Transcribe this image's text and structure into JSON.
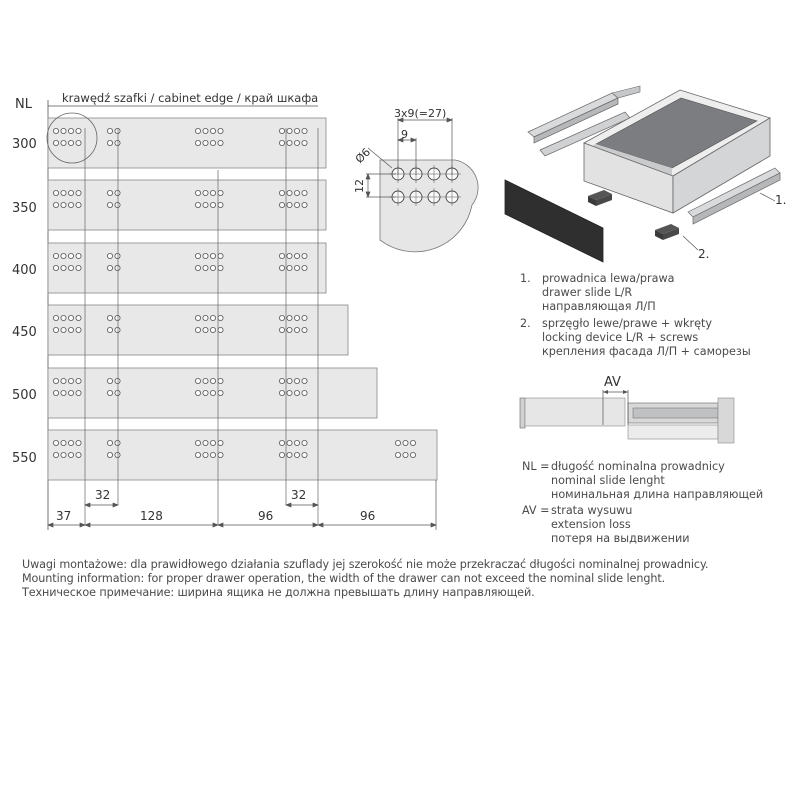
{
  "header": {
    "nl_label": "NL",
    "cabinet_edge_label": "krawędź szafki / cabinet edge / край шкафа"
  },
  "rows": [
    {
      "nl": "300"
    },
    {
      "nl": "350"
    },
    {
      "nl": "400"
    },
    {
      "nl": "450"
    },
    {
      "nl": "500"
    },
    {
      "nl": "550"
    }
  ],
  "dimensions": {
    "spacing_a": "32",
    "spacing_b": "32",
    "seg_1": "37",
    "seg_2": "128",
    "seg_3": "96",
    "seg_4": "96"
  },
  "detail": {
    "top_dim": "3x9(=27)",
    "pitch": "9",
    "hole_dia": "Ø6",
    "row_gap": "12"
  },
  "callouts": {
    "c1": "1.",
    "c2": "2."
  },
  "parts_legend": [
    {
      "num": "1.",
      "lines": [
        "prowadnica lewa/prawa",
        "drawer slide L/R",
        "направляющая Л/П"
      ]
    },
    {
      "num": "2.",
      "lines": [
        "sprzęgło lewe/prawe + wkręty",
        "locking device L/R + screws",
        "крепления фасада Л/П + саморезы"
      ]
    }
  ],
  "av_label": "AV",
  "abbreviations": [
    {
      "key": "NL =",
      "lines": [
        "długość nominalna prowadnicy",
        "nominal slide lenght",
        "номинальная длина направляющей"
      ]
    },
    {
      "key": "AV =",
      "lines": [
        "strata wysuwu",
        "extension loss",
        "потеря на выдвижении"
      ]
    }
  ],
  "notes": [
    "Uwagi montażowe: dla prawidłowego działania szuflady jej szerokość nie może przekraczać długości nominalnej prowadnicy.",
    "Mounting information: for proper drawer operation, the width of the drawer can not exceed the nominal slide lenght.",
    "Техническое примечание: ширина ящика не должна превышать длину направляющей."
  ]
}
